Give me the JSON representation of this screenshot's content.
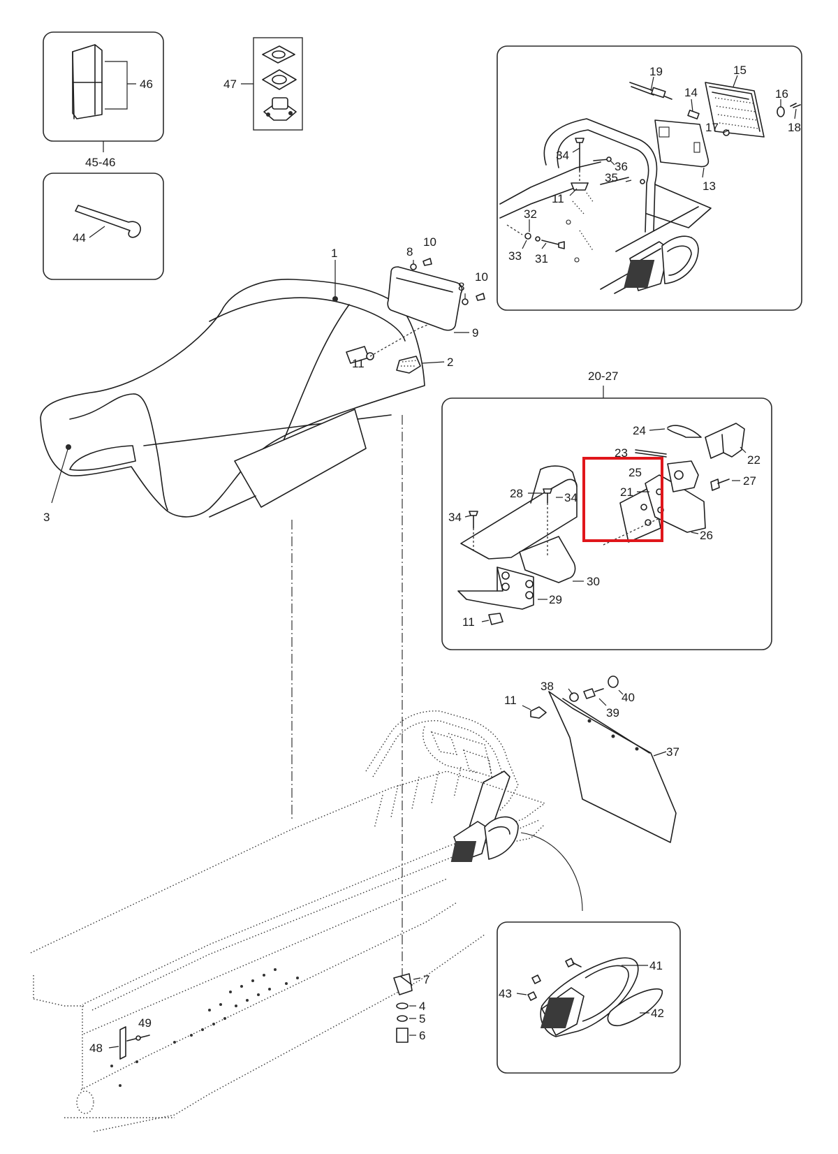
{
  "highlight_color": "#e0161b",
  "callouts": {
    "c1": "1",
    "c2": "2",
    "c3": "3",
    "c4": "4",
    "c5": "5",
    "c6": "6",
    "c7": "7",
    "c8a": "8",
    "c8b": "8",
    "c9": "9",
    "c10a": "10",
    "c10b": "10",
    "c11_seat": "11",
    "c11_rack": "11",
    "c11_bracket": "11",
    "c11_flap": "11",
    "c13": "13",
    "c14": "14",
    "c15": "15",
    "c16": "16",
    "c17": "17",
    "c18": "18",
    "c19": "19",
    "c20_27": "20-27",
    "c21": "21",
    "c22": "22",
    "c23": "23",
    "c24": "24",
    "c25": "25",
    "c26": "26",
    "c27": "27",
    "c28": "28",
    "c29": "29",
    "c30": "30",
    "c31": "31",
    "c32": "32",
    "c33": "33",
    "c34_rack": "34",
    "c34a": "34",
    "c34b": "34",
    "c35": "35",
    "c36": "36",
    "c37": "37",
    "c38": "38",
    "c39": "39",
    "c40": "40",
    "c41": "41",
    "c42": "42",
    "c43": "43",
    "c44": "44",
    "c45_46": "45-46",
    "c46": "46",
    "c47": "47",
    "c48": "48",
    "c49": "49"
  }
}
